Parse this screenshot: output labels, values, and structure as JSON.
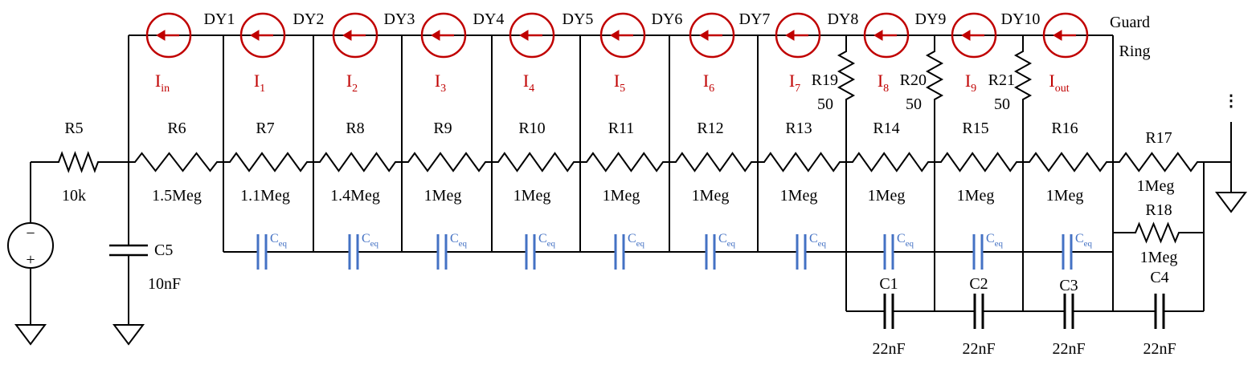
{
  "colors": {
    "wire": "#000000",
    "current_source": "#c00000",
    "equivalent_capacitor": "#4472c4"
  },
  "dynodes": [
    "DY1",
    "DY2",
    "DY3",
    "DY4",
    "DY5",
    "DY6",
    "DY7",
    "DY8",
    "DY9",
    "DY10"
  ],
  "guard_ring": {
    "line1": "Guard",
    "line2": "Ring"
  },
  "currents": [
    {
      "main": "I",
      "sub": "in"
    },
    {
      "main": "I",
      "sub": "1"
    },
    {
      "main": "I",
      "sub": "2"
    },
    {
      "main": "I",
      "sub": "3"
    },
    {
      "main": "I",
      "sub": "4"
    },
    {
      "main": "I",
      "sub": "5"
    },
    {
      "main": "I",
      "sub": "6"
    },
    {
      "main": "I",
      "sub": "7"
    },
    {
      "main": "I",
      "sub": "8"
    },
    {
      "main": "I",
      "sub": "9"
    },
    {
      "main": "I",
      "sub": "out"
    }
  ],
  "series_resistors": [
    {
      "name": "R5",
      "value": "10k"
    },
    {
      "name": "R6",
      "value": "1.5Meg"
    },
    {
      "name": "R7",
      "value": "1.1Meg"
    },
    {
      "name": "R8",
      "value": "1.4Meg"
    },
    {
      "name": "R9",
      "value": "1Meg"
    },
    {
      "name": "R10",
      "value": "1Meg"
    },
    {
      "name": "R11",
      "value": "1Meg"
    },
    {
      "name": "R12",
      "value": "1Meg"
    },
    {
      "name": "R13",
      "value": "1Meg"
    },
    {
      "name": "R14",
      "value": "1Meg"
    },
    {
      "name": "R15",
      "value": "1Meg"
    },
    {
      "name": "R16",
      "value": "1Meg"
    }
  ],
  "tail_resistors": [
    {
      "name": "R17",
      "value": "1Meg"
    },
    {
      "name": "R18",
      "value": "1Meg"
    }
  ],
  "damping_resistors": [
    {
      "name": "R19",
      "value": "50"
    },
    {
      "name": "R20",
      "value": "50"
    },
    {
      "name": "R21",
      "value": "50"
    }
  ],
  "filter_capacitor": {
    "name": "C5",
    "value": "10nF"
  },
  "equivalent_capacitor": {
    "main": "C",
    "sub": "eq"
  },
  "decoupling_capacitors": [
    {
      "name": "C1",
      "value": "22nF"
    },
    {
      "name": "C2",
      "value": "22nF"
    },
    {
      "name": "C3",
      "value": "22nF"
    },
    {
      "name": "C4",
      "value": "22nF"
    }
  ],
  "voltage_source": {
    "minus": "−",
    "plus": "+"
  },
  "continuation": "⋮"
}
